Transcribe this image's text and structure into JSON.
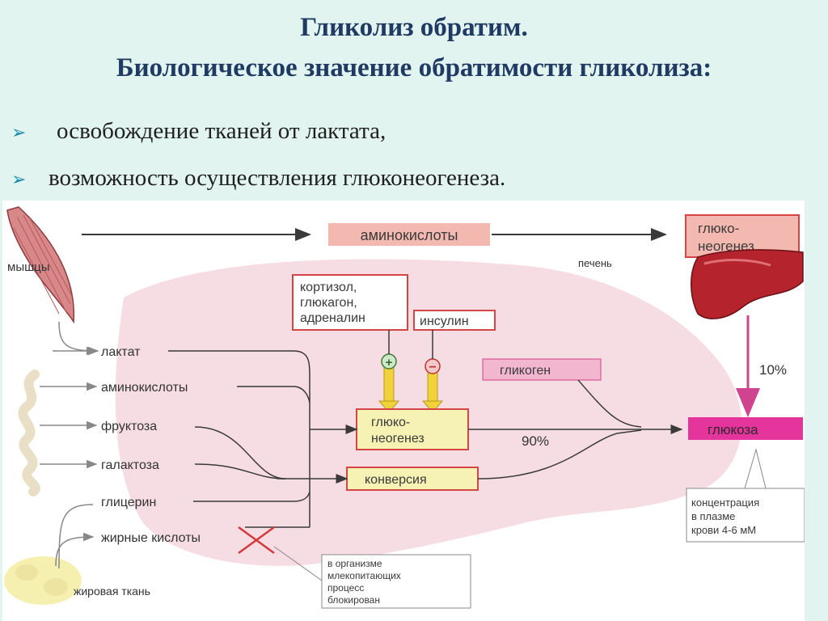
{
  "title": {
    "line1": "Гликолиз обратим.",
    "line2": "Биологическое значение обратимости гликолиза:"
  },
  "bullets": [
    {
      "icon": "arrowhead-bullet-icon",
      "text": "освобождение тканей от лактата,"
    },
    {
      "icon": "arrowhead-bullet-icon",
      "text": "возможность осуществления глюконеогенеза."
    }
  ],
  "diagram": {
    "muscle_label": "мышцы",
    "liver_label": "печень",
    "adipose_label": "жировая ткань",
    "top_aminoacids": "аминокислоты",
    "gluconeogenesis_corner": [
      "глюко-",
      "неогенез"
    ],
    "hormones_plus": [
      "кортизол,",
      "глюкагон,",
      "адреналин"
    ],
    "insulin": "инсулин",
    "plus_sign": "+",
    "minus_sign": "−",
    "glycogen": "гликоген",
    "percent_10": "10%",
    "percent_90": "90%",
    "gluconeogenesis_center": [
      "глюко-",
      "неогенез"
    ],
    "conversion": "конверсия",
    "glucose": "глюкоза",
    "concentration_note": [
      "концентрация",
      "в плазме",
      "крови 4-6 мМ"
    ],
    "blocked_note": [
      "в организме",
      "млекопитающих",
      "процесс",
      "блокирован"
    ],
    "substrates": [
      "лактат",
      "аминокислоты",
      "фруктоза",
      "галактоза",
      "глицерин",
      "жирные кислоты"
    ],
    "colors": {
      "box_fill": "#f6f2b4",
      "box_border": "#d64545",
      "pink_fill": "#f2b7cf",
      "magenta": "#d0438e",
      "arrow_yellow": "#f2d23a",
      "liver": "#b5232d",
      "liver_shadow": "#f3d4dc"
    }
  }
}
